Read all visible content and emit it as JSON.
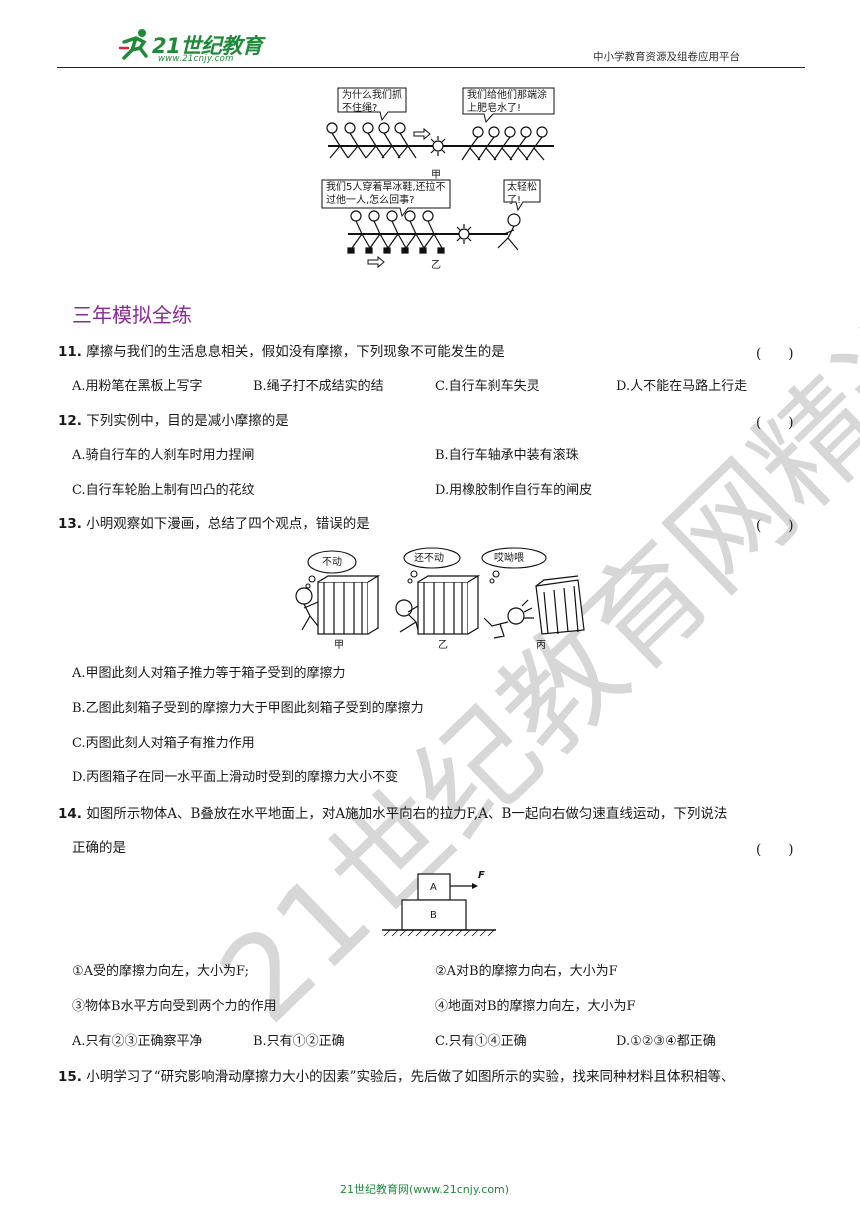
{
  "header": {
    "logo_text": "21世纪教育",
    "logo_url": "www.21cnjy.com",
    "right_text": "中小学教育资源及组卷应用平台"
  },
  "figure_tug": {
    "bubble1": "为什么我们抓不住绳?",
    "bubble2": "我们给他们那端涂上肥皂水了!",
    "label_jia": "甲",
    "bubble3": "我们5人穿着旱冰鞋,还拉不过他一人,怎么回事?",
    "bubble4": "太轻松了!",
    "label_yi": "乙"
  },
  "section_title": "三年模拟全练",
  "q11": {
    "num": "11.",
    "text": "摩擦与我们的生活息息相关，假如没有摩擦，下列现象不可能发生的是",
    "paren": "(　　)",
    "options": [
      "A.用粉笔在黑板上写字",
      "B.绳子打不成结实的结",
      "C.自行车刹车失灵",
      "D.人不能在马路上行走"
    ]
  },
  "q12": {
    "num": "12.",
    "text": "下列实例中，目的是减小摩擦的是",
    "paren": "(　　)",
    "options": [
      "A.骑自行车的人刹车时用力捏闸",
      "B.自行车轴承中装有滚珠",
      "C.自行车轮胎上制有凹凸的花纹",
      "D.用橡胶制作自行车的闸皮"
    ]
  },
  "q13": {
    "num": "13.",
    "text": "小明观察如下漫画，总结了四个观点，错误的是",
    "paren": "(　　)",
    "figure": {
      "bubble_jia": "不动",
      "bubble_yi": "还不动",
      "bubble_bing": "哎呦喂",
      "label_jia": "甲",
      "label_yi": "乙",
      "label_bing": "丙"
    },
    "options": [
      "A.甲图此刻人对箱子推力等于箱子受到的摩擦力",
      "B.乙图此刻箱子受到的摩擦力大于甲图此刻箱子受到的摩擦力",
      "C.丙图此刻人对箱子有推力作用",
      "D.丙图箱子在同一水平面上滑动时受到的摩擦力大小不变"
    ]
  },
  "q14": {
    "num": "14.",
    "text_line1": "如图所示物体A、B叠放在水平地面上，对A施加水平向右的拉力F,A、B一起向右做匀速直线运动，下列说法",
    "text_line2": "正确的是",
    "paren": "(　　)",
    "figure": {
      "block_a": "A",
      "block_b": "B",
      "force": "F"
    },
    "statements": [
      "①A受的摩擦力向左，大小为F;",
      "②A对B的摩擦力向右，大小为F",
      "③物体B水平方向受到两个力的作用",
      "④地面对B的摩擦力向左，大小为F"
    ],
    "options": [
      "A.只有②③正确察平净",
      "B.只有①②正确",
      "C.只有①④正确",
      "D.①②③④都正确"
    ]
  },
  "q15": {
    "num": "15.",
    "text": "小明学习了“研究影响滑动摩擦力大小的因素”实验后，先后做了如图所示的实验，找来同种材料且体积相等、"
  },
  "footer": "21世纪教育网(www.21cnjy.com)",
  "watermark": "21世纪教育网精选资料"
}
